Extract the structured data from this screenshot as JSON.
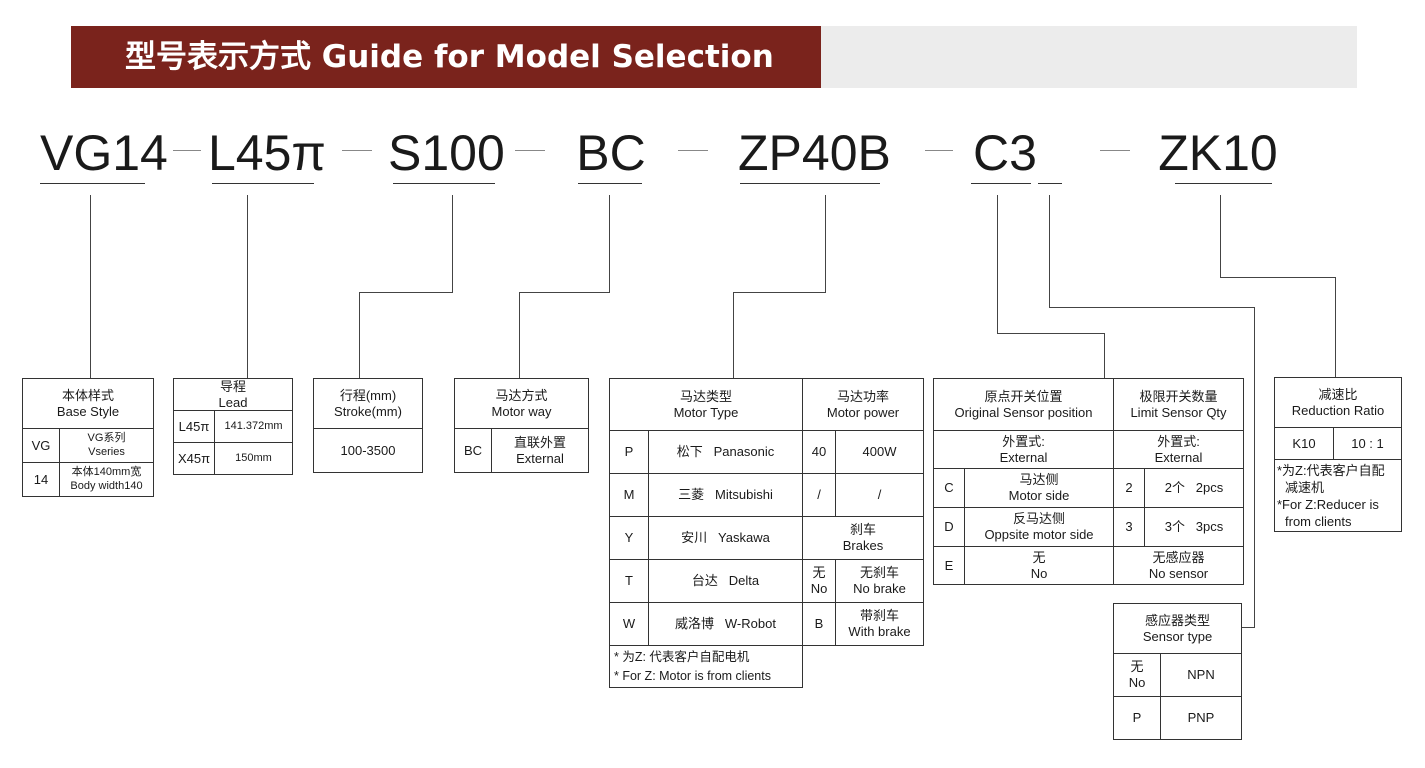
{
  "header": {
    "title": "型号表示方式  Guide for Model Selection"
  },
  "model_code": {
    "segments": [
      "VG14",
      "L45π",
      "S100",
      "BC",
      "ZP40B",
      "C3",
      "ZK10"
    ]
  },
  "base_style": {
    "title_cn": "本体样式",
    "title_en": "Base Style",
    "rows": [
      {
        "code": "VG",
        "line1": "VG系列",
        "line2": "Vseries"
      },
      {
        "code": "14",
        "line1": "本体140mm宽",
        "line2": "Body width140"
      }
    ]
  },
  "lead": {
    "title_cn": "导程",
    "title_en": "Lead",
    "rows": [
      {
        "code": "L45π",
        "value": "141.372mm"
      },
      {
        "code": "X45π",
        "value": "150mm"
      }
    ]
  },
  "stroke": {
    "title_cn": "行程(mm)",
    "title_en": "Stroke(mm)",
    "value": "100-3500"
  },
  "motor_way": {
    "title_cn": "马达方式",
    "title_en": "Motor way",
    "rows": [
      {
        "code": "BC",
        "line1": "直联外置",
        "line2": "External"
      }
    ]
  },
  "motor_type": {
    "title_cn": "马达类型",
    "title_en": "Motor Type",
    "rows": [
      {
        "code": "P",
        "cn": "松下",
        "en": "Panasonic"
      },
      {
        "code": "M",
        "cn": "三菱",
        "en": "Mitsubishi"
      },
      {
        "code": "Y",
        "cn": "安川",
        "en": "Yaskawa"
      },
      {
        "code": "T",
        "cn": "台达",
        "en": "Delta"
      },
      {
        "code": "W",
        "cn": "威洛博",
        "en": "W-Robot"
      }
    ],
    "note_cn": "* 为Z: 代表客户自配电机",
    "note_en": "* For Z: Motor is from clients"
  },
  "motor_power": {
    "title_cn": "马达功率",
    "title_en": "Motor power",
    "rows": [
      {
        "code": "40",
        "value": "400W"
      },
      {
        "code": "/",
        "value": "/"
      }
    ],
    "brake_title_cn": "刹车",
    "brake_title_en": "Brakes",
    "brake_rows": [
      {
        "code_cn": "无",
        "code_en": "No",
        "line1": "无刹车",
        "line2": "No brake"
      },
      {
        "code_cn": "B",
        "code_en": "",
        "line1": "带刹车",
        "line2": "With brake"
      }
    ]
  },
  "original_sensor": {
    "title_cn": "原点开关位置",
    "title_en": "Original Sensor position",
    "ext_cn": "外置式:",
    "ext_en": "External",
    "rows": [
      {
        "code": "C",
        "line1": "马达侧",
        "line2": "Motor side"
      },
      {
        "code": "D",
        "line1": "反马达侧",
        "line2": "Oppsite motor side"
      },
      {
        "code": "E",
        "line1": "无",
        "line2": "No"
      }
    ]
  },
  "limit_sensor": {
    "title_cn": "极限开关数量",
    "title_en": "Limit Sensor Qty",
    "ext_cn": "外置式:",
    "ext_en": "External",
    "rows": [
      {
        "code": "2",
        "cn": "2个",
        "en": "2pcs"
      },
      {
        "code": "3",
        "cn": "3个",
        "en": "3pcs"
      }
    ],
    "none_cn": "无感应器",
    "none_en": "No sensor"
  },
  "sensor_type": {
    "title_cn": "感应器类型",
    "title_en": "Sensor type",
    "rows": [
      {
        "code_cn": "无",
        "code_en": "No",
        "value": "NPN"
      },
      {
        "code_cn": "P",
        "code_en": "",
        "value": "PNP"
      }
    ]
  },
  "reduction": {
    "title_cn": "减速比",
    "title_en": "Reduction Ratio",
    "rows": [
      {
        "code": "K10",
        "value": "10 : 1"
      }
    ],
    "note_lines": [
      "*为Z:代表客户自配",
      "减速机",
      "*For Z:Reducer is",
      "from clients"
    ]
  }
}
